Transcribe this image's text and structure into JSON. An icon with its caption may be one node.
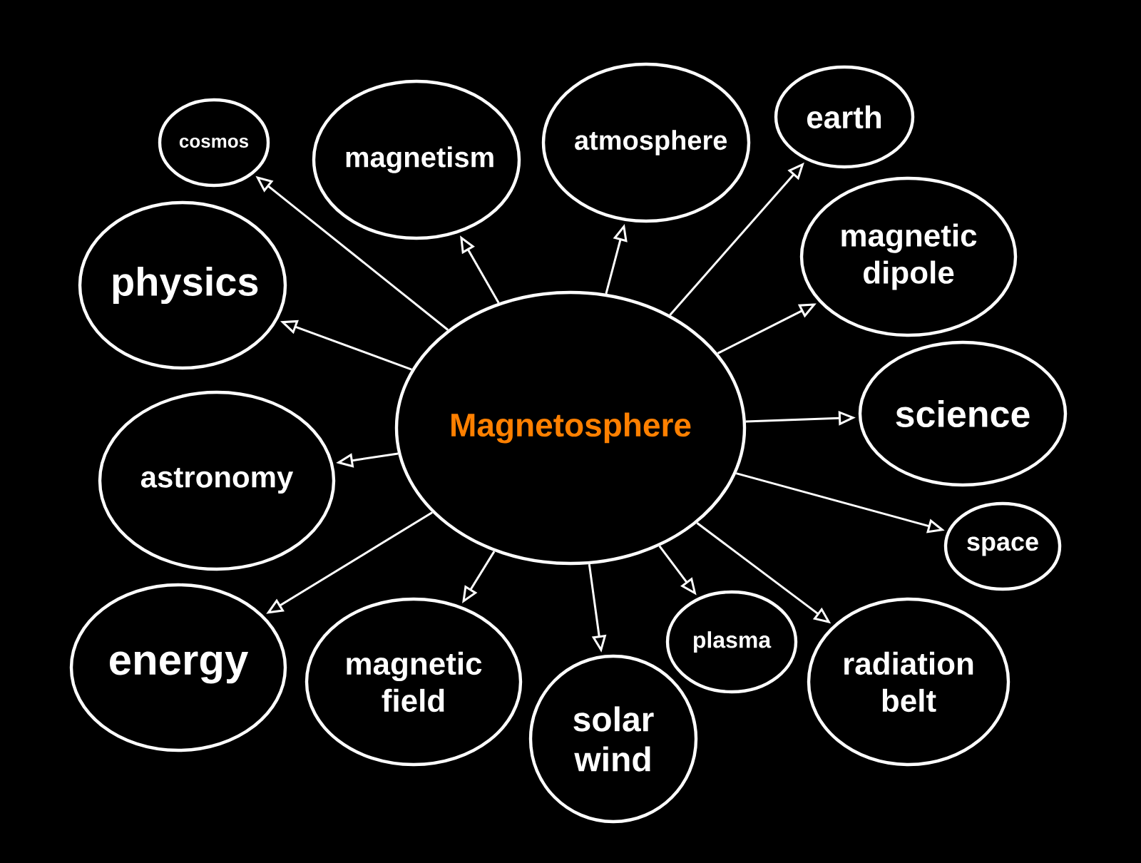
{
  "diagram": {
    "nodes": [
      {
        "text": [
          "Magnetosphere"
        ]
      },
      {
        "text": [
          "cosmos"
        ]
      },
      {
        "text": [
          "magnetism"
        ]
      },
      {
        "text": [
          "atmosphere"
        ]
      },
      {
        "text": [
          "earth"
        ]
      },
      {
        "text": [
          "magnetic dipole"
        ]
      },
      {
        "text": [
          "science"
        ]
      },
      {
        "text": [
          "space"
        ]
      },
      {
        "text": [
          "radiation belt"
        ]
      },
      {
        "text": [
          "plasma"
        ]
      },
      {
        "text": [
          "solar wind"
        ]
      },
      {
        "text": [
          "magnetic field"
        ]
      },
      {
        "text": [
          "energy"
        ]
      },
      {
        "text": [
          "astronomy"
        ]
      },
      {
        "text": [
          "physics"
        ]
      }
    ],
    "edges": [
      {
        "from": 0,
        "to": 1,
        "arrow": "to"
      },
      {
        "from": 0,
        "to": 2,
        "arrow": "to"
      },
      {
        "from": 0,
        "to": 3,
        "arrow": "to"
      },
      {
        "from": 0,
        "to": 4,
        "arrow": "to"
      },
      {
        "from": 0,
        "to": 5,
        "arrow": "to"
      },
      {
        "from": 0,
        "to": 6,
        "arrow": "to"
      },
      {
        "from": 0,
        "to": 7,
        "arrow": "to"
      },
      {
        "from": 0,
        "to": 8,
        "arrow": "to"
      },
      {
        "from": 0,
        "to": 9,
        "arrow": "to"
      },
      {
        "from": 0,
        "to": 10,
        "arrow": "to"
      },
      {
        "from": 0,
        "to": 11,
        "arrow": "to"
      },
      {
        "from": 0,
        "to": 12,
        "arrow": "to"
      },
      {
        "from": 0,
        "to": 13,
        "arrow": "to"
      },
      {
        "from": 0,
        "to": 14,
        "arrow": "to"
      }
    ]
  }
}
